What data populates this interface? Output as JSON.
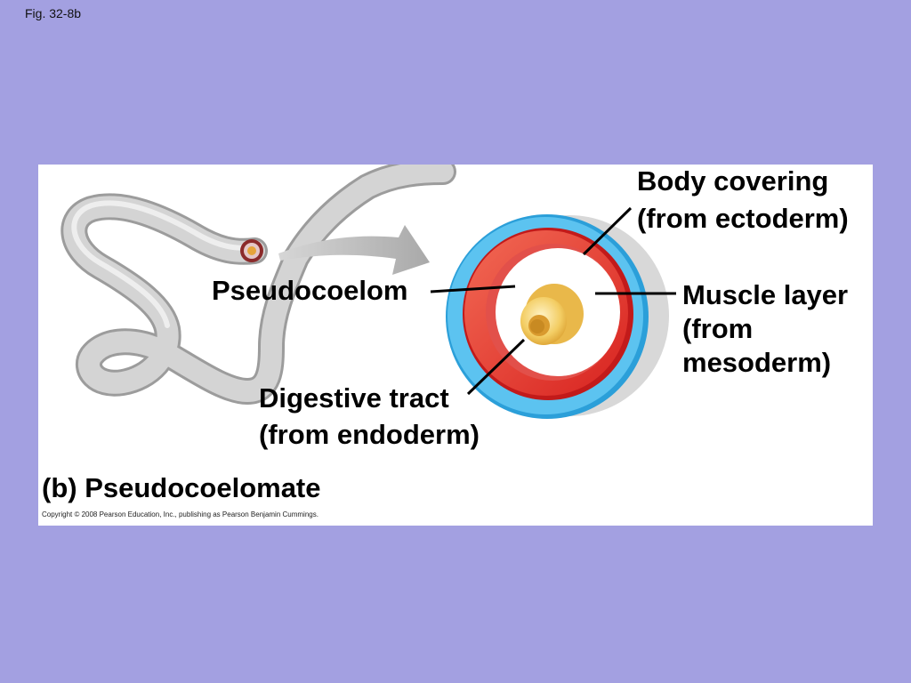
{
  "figure_label": "Fig. 32-8b",
  "labels": {
    "body_covering": [
      "Body covering",
      "(from ectoderm)"
    ],
    "pseudocoelom": "Pseudocoelom",
    "muscle_layer": [
      "Muscle layer",
      "(from",
      "mesoderm)"
    ],
    "digestive_tract": [
      "Digestive tract",
      "(from endoderm)"
    ]
  },
  "panel_title": "(b) Pseudocoelomate",
  "copyright": "Copyright © 2008 Pearson Education, Inc., publishing as Pearson Benjamin Cummings.",
  "colors": {
    "background": "#a3a0e1",
    "ectoderm": "#3cb4ea",
    "mesoderm": "#e8312d",
    "endoderm": "#f3c24e",
    "worm": "#c9c9c9"
  }
}
